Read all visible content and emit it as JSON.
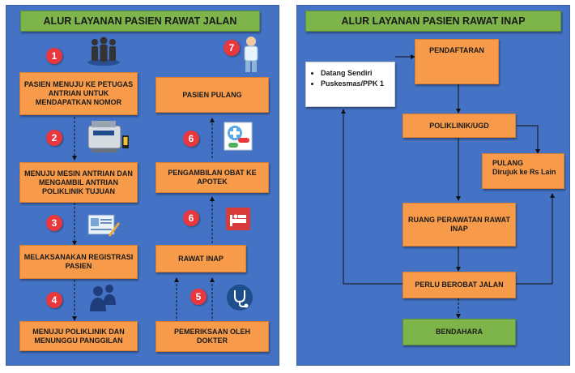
{
  "left": {
    "title": "ALUR LAYANAN PASIEN RAWAT JALAN",
    "steps": [
      {
        "num": "1",
        "text": "PASIEN MENUJU KE PETUGAS ANTRIAN UNTUK MENDAPATKAN NOMOR",
        "icon": "people-group-icon"
      },
      {
        "num": "2",
        "text": "MENUJU MESIN ANTRIAN DAN MENGAMBIL ANTRIAN POLIKLINIK TUJUAN",
        "icon": "queue-machine-icon"
      },
      {
        "num": "3",
        "text": "MELAKSANAKAN REGISTRASI PASIEN",
        "icon": "registration-card-icon"
      },
      {
        "num": "4",
        "text": "MENUJU POLIKLINIK DAN MENUNGGU PANGGILAN",
        "icon": "people-waiting-icon"
      },
      {
        "num": "5",
        "text": "PEMERIKSAAN OLEH DOKTER",
        "icon": "stethoscope-icon"
      },
      {
        "num": "6",
        "text": "RAWAT INAP",
        "icon": "hospital-bed-icon"
      },
      {
        "num": "6",
        "text": "PENGAMBILAN OBAT KE APOTEK",
        "icon": "pharmacy-icon"
      },
      {
        "num": "7",
        "text": "PASIEN PULANG",
        "icon": "patient-icon"
      }
    ]
  },
  "right": {
    "title": "ALUR LAYANAN PASIEN RAWAT INAP",
    "source_items": [
      "Datang Sendiri",
      "Puskesmas/PPK 1"
    ],
    "pendaftaran": "PENDAFTARAN",
    "poliklinik": "POLIKLINIK/UGD",
    "pulang_title": "PULANG",
    "pulang_sub": "Dirujuk ke Rs Lain",
    "ruang": "RUANG PERAWATAN RAWAT INAP",
    "berobat": "PERLU BEROBAT JALAN",
    "bendahara": "BENDAHARA"
  },
  "colors": {
    "panel": "#4472c4",
    "box": "#f79b4b",
    "title": "#7db54a",
    "badge": "#e8383d"
  }
}
